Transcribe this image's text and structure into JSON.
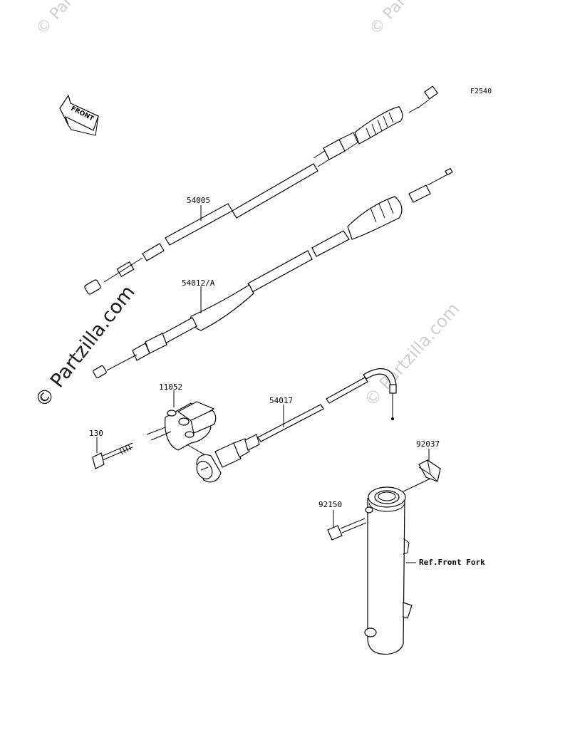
{
  "figure_code": "F2540",
  "front_arrow": {
    "text": "FRONT",
    "icon": "front-direction-arrow-icon"
  },
  "watermarks": {
    "main": "© Partzilla.com",
    "faint_top_left": "© Partzilla",
    "faint_top_right": "© Partzilla",
    "faint_mid_right": "© Partzilla.com"
  },
  "parts": [
    {
      "number": "54005",
      "description_icon": "clutch-cable-icon"
    },
    {
      "number": "54012/A",
      "description_icon": "throttle-cable-icon"
    },
    {
      "number": "11052",
      "description_icon": "cable-bracket-icon"
    },
    {
      "number": "130",
      "description_icon": "bolt-icon"
    },
    {
      "number": "54017",
      "description_icon": "choke-cable-icon"
    },
    {
      "number": "92037",
      "description_icon": "clamp-icon"
    },
    {
      "number": "92150",
      "description_icon": "bolt-icon"
    }
  ],
  "reference": {
    "text": "Ref.Front Fork",
    "icon": "front-fork-tube-icon"
  }
}
